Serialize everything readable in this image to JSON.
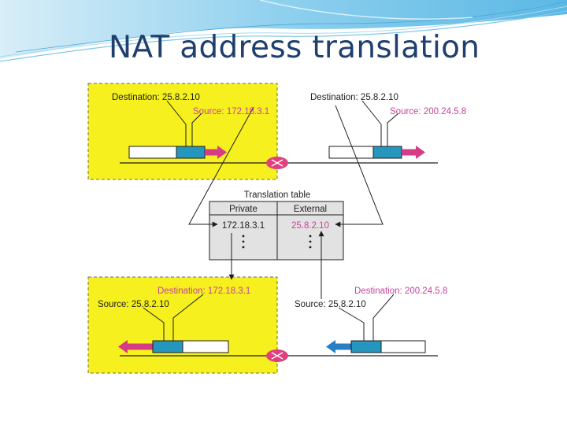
{
  "slide": {
    "title": "NAT address translation"
  },
  "figure": {
    "top_left": {
      "destination": "Destination: 25.8.2.10",
      "source": "Source: 172.18.3.1"
    },
    "top_right": {
      "destination": "Destination: 25.8.2.10",
      "source": "Source: 200.24.5.8"
    },
    "bottom_left": {
      "destination": "Destination: 172.18.3.1",
      "source": "Source: 25.8.2.10"
    },
    "bottom_right": {
      "destination": "Destination: 200.24.5.8",
      "source": "Source: 25.8.2.10"
    },
    "translation_table": {
      "title": "Translation table",
      "headers": [
        "Private",
        "External"
      ],
      "row": [
        "172.18.3.1",
        "25.8.2.10"
      ]
    },
    "colors": {
      "private_zone": "#f5f01e",
      "packet_header": "#2596be",
      "outbound_arrow": "#d63b86",
      "inbound_arrow": "#2a7fc4",
      "router": "#e0407e",
      "table_bg": "#e2e2e2"
    }
  }
}
